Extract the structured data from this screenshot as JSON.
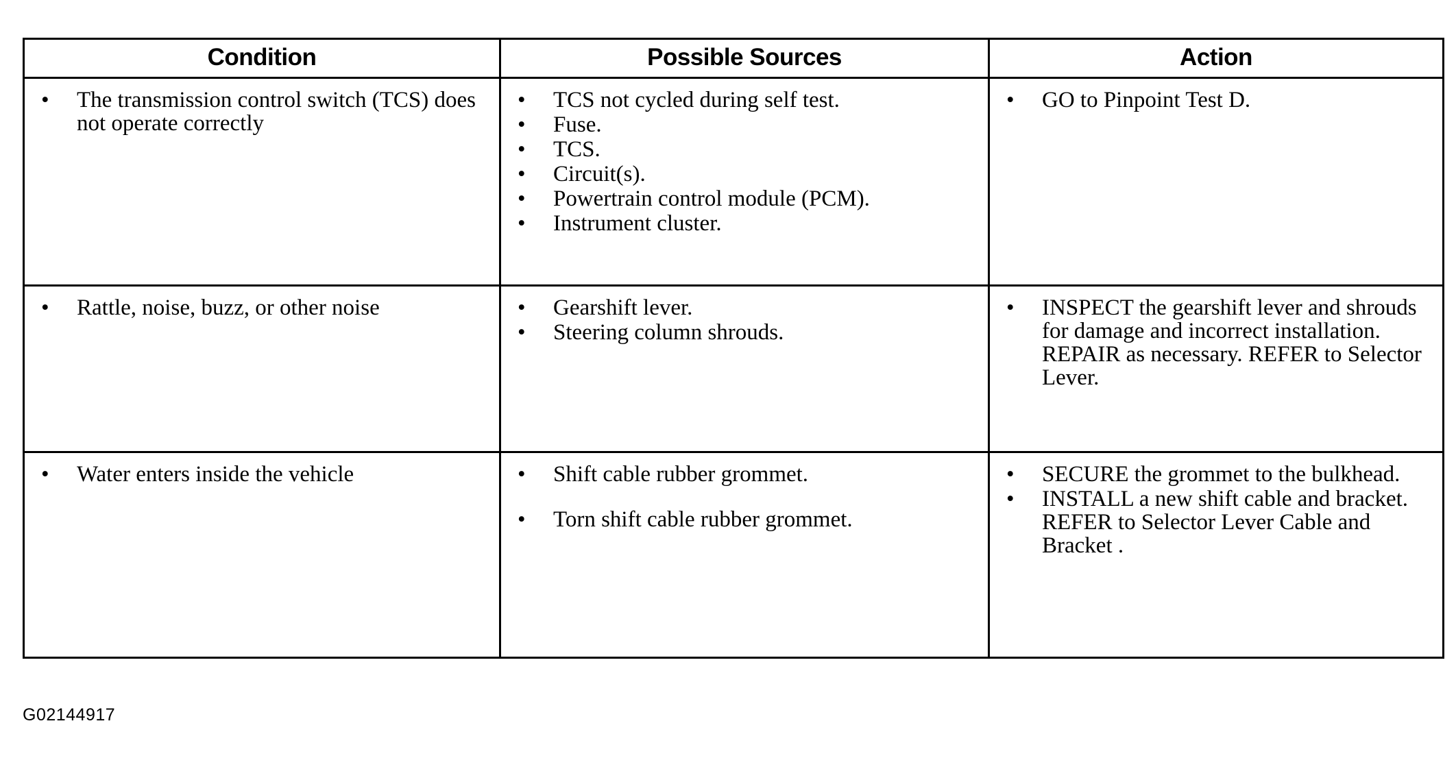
{
  "document": {
    "caption": "G02144917",
    "bullet_glyph": "•"
  },
  "table": {
    "headers": {
      "condition": "Condition",
      "possible_sources": "Possible Sources",
      "action": "Action"
    },
    "rows": [
      {
        "condition": [
          "The transmission control switch (TCS) does not operate correctly"
        ],
        "possible_sources": [
          "TCS not cycled during self test.",
          "Fuse.",
          "TCS.",
          "Circuit(s).",
          "Powertrain control module (PCM).",
          "Instrument cluster."
        ],
        "action": [
          "GO to Pinpoint Test D."
        ]
      },
      {
        "condition": [
          "Rattle, noise, buzz, or other noise"
        ],
        "possible_sources": [
          "Gearshift lever.",
          "Steering column shrouds."
        ],
        "action": [
          "INSPECT the gearshift lever and shrouds for damage and incorrect installation. REPAIR as necessary. REFER to Selector Lever."
        ]
      },
      {
        "condition": [
          "Water enters inside the vehicle"
        ],
        "possible_sources": [
          "Shift cable rubber grommet.",
          "Torn shift cable rubber grommet."
        ],
        "action": [
          "SECURE the grommet to the bulkhead.",
          "INSTALL a new shift cable and bracket. REFER to Selector Lever Cable and Bracket ."
        ]
      }
    ]
  }
}
